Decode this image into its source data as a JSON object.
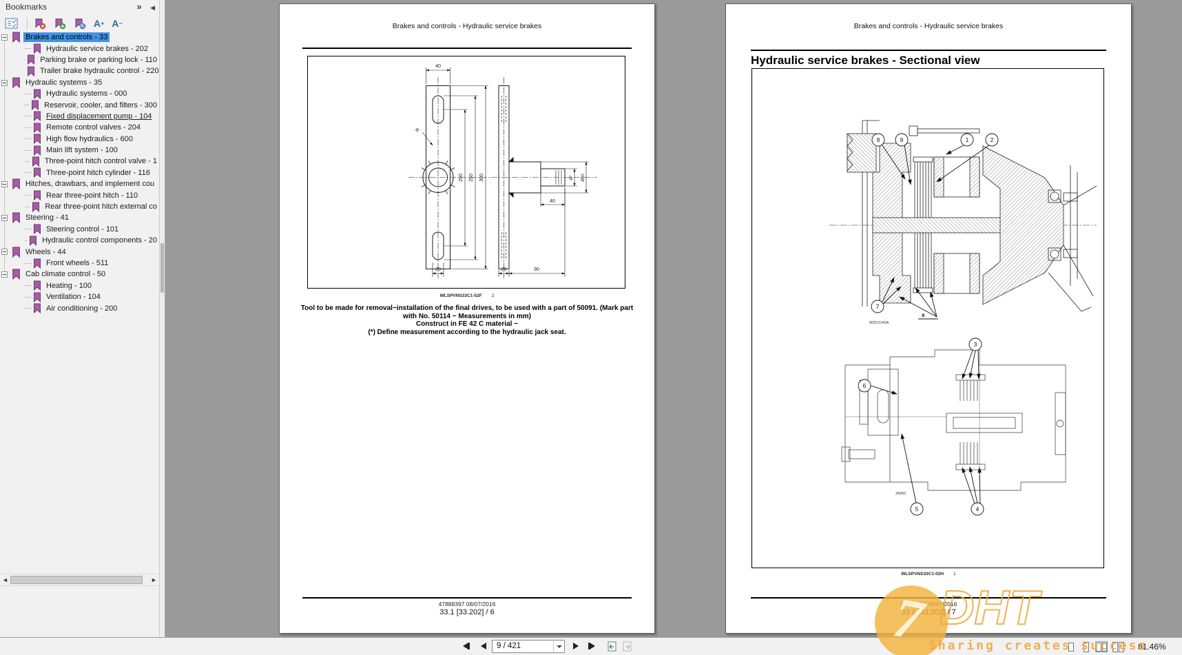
{
  "bookmarks": {
    "title": "Bookmarks",
    "icons": {
      "forward": "»",
      "back": "◀"
    },
    "tree": [
      {
        "label": "Brakes and controls - 33",
        "level": 0,
        "selected": true
      },
      {
        "label": "Hydraulic service brakes - 202",
        "level": 1
      },
      {
        "label": "Parking brake or parking lock - 110",
        "level": 1
      },
      {
        "label": "Trailer brake hydraulic control - 220",
        "level": 1
      },
      {
        "label": "Hydraulic systems - 35",
        "level": 0
      },
      {
        "label": "Hydraulic systems - 000",
        "level": 1
      },
      {
        "label": "Reservoir, cooler, and filters - 300",
        "level": 1
      },
      {
        "label": "Fixed displacement pump - 104",
        "level": 1,
        "underline": true
      },
      {
        "label": "Remote control valves - 204",
        "level": 1
      },
      {
        "label": "High flow hydraulics - 600",
        "level": 1
      },
      {
        "label": "Main lift system - 100",
        "level": 1
      },
      {
        "label": "Three-point hitch control valve - 1",
        "level": 1
      },
      {
        "label": "Three-point hitch cylinder - 116",
        "level": 1
      },
      {
        "label": "Hitches, drawbars, and implement cou",
        "level": 0
      },
      {
        "label": "Rear three-point hitch - 110",
        "level": 1
      },
      {
        "label": "Rear three-point hitch external co",
        "level": 1
      },
      {
        "label": "Steering - 41",
        "level": 0
      },
      {
        "label": "Steering control - 101",
        "level": 1
      },
      {
        "label": "Hydraulic control components - 20",
        "level": 1
      },
      {
        "label": "Wheels - 44",
        "level": 0
      },
      {
        "label": "Front wheels - 511",
        "level": 1
      },
      {
        "label": "Cab climate control - 50",
        "level": 0
      },
      {
        "label": "Heating - 100",
        "level": 1
      },
      {
        "label": "Ventilation - 104",
        "level": 1
      },
      {
        "label": "Air conditioning - 200",
        "level": 1
      }
    ]
  },
  "statusbar": {
    "page_field": "9 / 421",
    "zoom_level": "81.46%"
  },
  "pages": {
    "left": {
      "header": "Brakes and controls - Hydraulic service brakes",
      "fig_code": "WLSPVNS33C1-52F",
      "fig_num": "2",
      "cap1": "Tool to be made for removal−installation of the final drives, to be used with a part of 50091. (Mark part",
      "cap2": "with No. 50114 − Measurements in mm)",
      "cap3": "Construct in FE 42 C material −",
      "cap4": "(*) Define measurement according to the hydraulic jack seat.",
      "footer1": "47888397 08/07/2016",
      "footer2": "33.1 [33.202] / 6",
      "dims": {
        "top_width": "40",
        "radius": "R",
        "height_mid": "200",
        "height_outer": "250",
        "height_total": "300",
        "slot_width": "20",
        "side_thickness": "20",
        "shaft_length": "90",
        "shaft_end_length": "40",
        "dia_outer": "Ø50",
        "dia_end": "Ø*"
      }
    },
    "right": {
      "header": "Brakes and controls - Hydraulic service brakes",
      "title": "Hydraulic service brakes - Sectional view",
      "code_upper": "MDC0140A",
      "code_lower": "26060",
      "fig_code": "WLSPVNS33C1-02H",
      "fig_num": "1",
      "callouts": {
        "c1": "1",
        "c2": "2",
        "c3": "3",
        "c4": "4",
        "c5": "5",
        "c6": "6",
        "c7": "7",
        "c8": "8",
        "c9": "9"
      },
      "xmark": "x",
      "footer1": "47888397 08/07/2016",
      "footer2": "33.1 [33.202] / 7"
    }
  },
  "watermark": {
    "big_text": "DHT",
    "tagline": "Sharing creates success",
    "badge": "7",
    "color": "#F0A83A"
  },
  "colors": {
    "selection_blue": "#3F92E6",
    "bookmark_purple": "#A75CA7",
    "canvas_gray": "#9A9A9A"
  }
}
